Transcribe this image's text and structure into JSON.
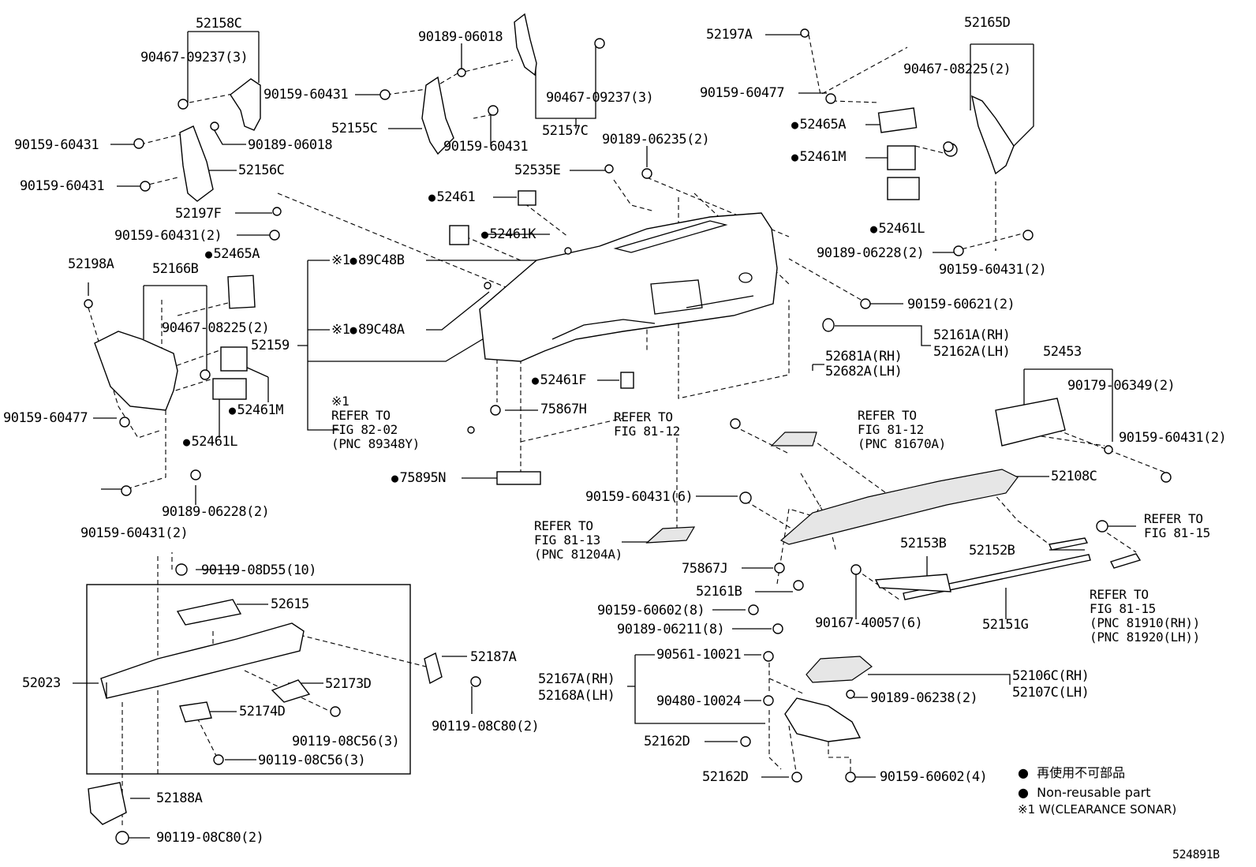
{
  "diagram": {
    "id_code": "524891B",
    "labels": {
      "l52158C": "52158C",
      "l90467_09237_3_a": "90467-09237(3)",
      "l90159_60431_a": "90159-60431",
      "l90189_06018_a": "90189-06018",
      "l90159_60431_b": "90159-60431",
      "l52156C": "52156C",
      "l52197F": "52197F",
      "l90159_60431_2_a": "90159-60431(2)",
      "l90189_06018_b": "90189-06018",
      "l90159_60431_c": "90159-60431",
      "l52155C": "52155C",
      "l90159_60431_d": "90159-60431",
      "l90467_09237_3_b": "90467-09237(3)",
      "l52157C": "52157C",
      "l90189_06235_2": "90189-06235(2)",
      "l52535E": "52535E",
      "l52461": "52461",
      "l52461K": "52461K",
      "l52197A": "52197A",
      "l90159_60477_a": "90159-60477",
      "l52465A_a": "52465A",
      "l52461M_a": "52461M",
      "l52461L_a": "52461L",
      "l52165D": "52165D",
      "l90467_08225_2_a": "90467-08225(2)",
      "l90189_06228_2_a": "90189-06228(2)",
      "l90159_60431_2_b": "90159-60431(2)",
      "l90159_60621_2": "90159-60621(2)",
      "l52198A": "52198A",
      "l52166B": "52166B",
      "l52465A_b": "52465A",
      "l90467_08225_2_b": "90467-08225(2)",
      "l52461M_b": "52461M",
      "l52461L_b": "52461L",
      "l90159_60477_b": "90159-60477",
      "l90159_60431_2_c": "90159-60431(2)",
      "l90189_06228_2_b": "90189-06228(2)",
      "l89C48B": "89C48B",
      "l89C48A": "89C48A",
      "l52159": "52159",
      "l52461F": "52461F",
      "l75867H": "75867H",
      "l75895N": "75895N",
      "l52161A_RH": "52161A(RH)",
      "l52162A_LH": "52162A(LH)",
      "l52681A_RH": "52681A(RH)",
      "l52682A_LH": "52682A(LH)",
      "l52453": "52453",
      "l90179_06349_2": "90179-06349(2)",
      "l90159_60431_2_d": "90159-60431(2)",
      "l52108C": "52108C",
      "l90159_60431_6": "90159-60431(6)",
      "l75867J": "75867J",
      "l52161B": "52161B",
      "l52153B": "52153B",
      "l52152B": "52152B",
      "l52151G": "52151G",
      "l90159_60602_8": "90159-60602(8)",
      "l90189_06211_8": "90189-06211(8)",
      "l90167_40057_6": "90167-40057(6)",
      "l90119_08D55_10": "90119-08D55(10)",
      "l52615": "52615",
      "l52023": "52023",
      "l52173D": "52173D",
      "l52174D": "52174D",
      "l90119_08C56_3_a": "90119-08C56(3)",
      "l90119_08C56_3_b": "90119-08C56(3)",
      "l52187A": "52187A",
      "l90119_08C80_2_a": "90119-08C80(2)",
      "l52188A": "52188A",
      "l90119_08C80_2_b": "90119-08C80(2)",
      "l90561_10021": "90561-10021",
      "l52167A_RH": "52167A(RH)",
      "l52168A_LH": "52168A(LH)",
      "l90480_10024": "90480-10024",
      "l52162D_a": "52162D",
      "l52162D_b": "52162D",
      "l52106C_RH": "52106C(RH)",
      "l52107C_LH": "52107C(LH)",
      "l90189_06238_2": "90189-06238(2)",
      "l90159_60602_4": "90159-60602(4)"
    },
    "references": {
      "r_89348Y": "※1\nREFER TO\nFIG 82-02\n(PNC 89348Y)",
      "r_81_12_a": "REFER TO\nFIG 81-12",
      "r_81670A": "REFER TO\nFIG 81-12\n(PNC 81670A)",
      "r_81204A": "REFER TO\nFIG 81-13\n(PNC 81204A)",
      "r_81_15_a": "REFER TO\nFIG 81-15",
      "r_81910": "REFER TO\nFIG 81-15\n(PNC 81910(RH))\n(PNC 81920(LH))"
    },
    "sonar_mark": "※1",
    "legend": {
      "jp_text": "再使用不可部品",
      "en_text": "Non-reusable part",
      "note": "※1 W(CLEARANCE SONAR)"
    }
  }
}
